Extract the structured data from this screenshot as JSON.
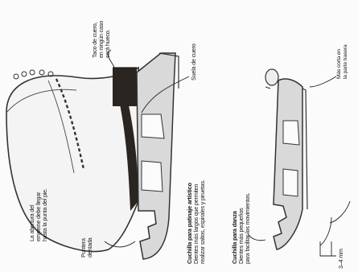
{
  "labels": {
    "empeine": [
      "La abertura del",
      "empeine debe llegar",
      "hasta la punta del pie."
    ],
    "puntera": [
      "Puntera",
      "dentada"
    ],
    "artistico_title": "Cuchilla para patinaje artístico",
    "artistico_desc": [
      "Dientes más largos que permiten",
      "realizar saltos, espirales y piruetas."
    ],
    "danza_title": "Cuchilla para danza",
    "danza_desc": [
      "Dientes más pequeños",
      "para facilitar los movimientos."
    ],
    "suela": "Suela de cuero",
    "taco": [
      "Taco de cuero,",
      "en ningún caso",
      "será hueco."
    ],
    "mas_corta": [
      "Más corta en",
      "la parte trasera"
    ],
    "medida": "3–4 mm"
  },
  "colors": {
    "ink": "#1a1a1a",
    "blade_fill": "#d9d9d9",
    "blade_stroke": "#333333",
    "heel_fill": "#2a2520",
    "boot_fill": "#f2f2f2"
  }
}
